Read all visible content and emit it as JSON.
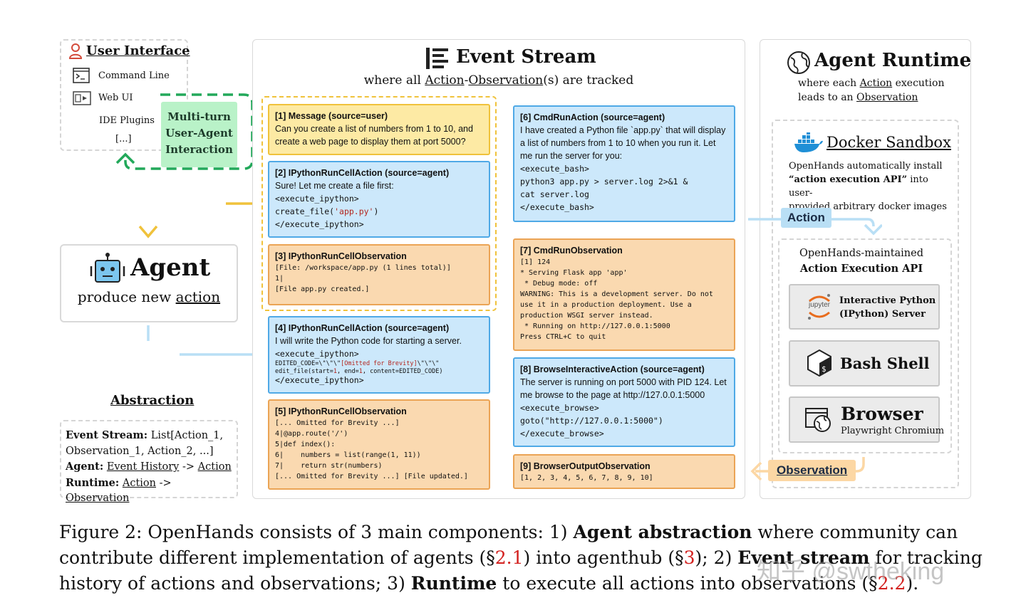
{
  "user_interface": {
    "title": "User Interface",
    "items": [
      "Command Line",
      "Web UI",
      "IDE Plugins",
      "[...]"
    ]
  },
  "interaction_label": [
    "Multi-turn",
    "User-Agent",
    "Interaction"
  ],
  "agent": {
    "title": "Agent",
    "subtitle_prefix": "produce new ",
    "subtitle_link": "action"
  },
  "abstraction": {
    "title": "Abstraction",
    "event_stream_label": "Event Stream:",
    "event_stream_value_1": " List[Action_1,",
    "event_stream_value_2": "Observation_1, Action_2, ...]",
    "agent_label": "Agent:",
    "agent_from": "Event History",
    "agent_arrow": " -> ",
    "agent_to": "Action",
    "runtime_label": "Runtime:",
    "runtime_from": "Action",
    "runtime_arrow": " -> ",
    "runtime_to": "Observation"
  },
  "event_stream": {
    "title": "Event Stream",
    "subtitle_prefix": "where all ",
    "subtitle_action": "Action",
    "subtitle_dash": "-",
    "subtitle_observation": "Observation",
    "subtitle_suffix": "(s) are tracked",
    "events": {
      "e1": {
        "title": "[1] Message (source=user)",
        "text": "Can you create a list of numbers from 1 to 10, and create a web page to display them at port 5000?"
      },
      "e2": {
        "title": "[2] IPythonRunCellAction (source=agent)",
        "text": "Sure! Let me create a file first:",
        "code1": "<execute_ipython>",
        "code2a": "create_file(",
        "code2b": "'app.py'",
        "code2c": ")",
        "code3": "</execute_ipython>"
      },
      "e3": {
        "title": "[3] IPythonRunCellObservation",
        "code": "[File: /workspace/app.py (1 lines total)]\n1|\n[File app.py created.]"
      },
      "e4": {
        "title": "[4] IPythonRunCellAction (source=agent)",
        "text": "I will write the Python code for starting a server.",
        "code1": "<execute_ipython>",
        "code2a": "EDITED_CODE=\\\"\\\"\\\"",
        "code2b": "[Omitted for Brevity]",
        "code2c": "\\\"\\\"\\\"",
        "code3a": "edit_file(start=",
        "code3b": "1",
        "code3c": ", end=",
        "code3d": "1",
        "code3e": ", content=EDITED_CODE)",
        "code4": "</execute_ipython>"
      },
      "e5": {
        "title": "[5] IPythonRunCellObservation",
        "code": "[... Omitted for Brevity ...]\n4|@app.route('/')\n5|def index():\n6|    numbers = list(range(1, 11))\n7|    return str(numbers)\n[... Omitted for Brevity ...] [File updated.]"
      },
      "e6": {
        "title": "[6] CmdRunAction (source=agent)",
        "text": "I have created a Python file `app.py` that will display a list of numbers from 1 to 10 when you run it. Let me run the server for you:",
        "code": "<execute_bash>\npython3 app.py > server.log 2>&1 &\ncat server.log\n</execute_bash>"
      },
      "e7": {
        "title": "[7] CmdRunObservation",
        "code": "[1] 124\n* Serving Flask app 'app'\n * Debug mode: off\nWARNING: This is a development server. Do not\nuse it in a production deployment. Use a\nproduction WSGI server instead.\n * Running on http://127.0.0.1:5000\nPress CTRL+C to quit"
      },
      "e8": {
        "title": "[8] BrowseInteractiveAction (source=agent)",
        "text": "The server is running on port 5000 with PID 124. Let me browse to the page at http://127.0.0.1:5000",
        "code": "<execute_browse>\ngoto(\"http://127.0.0.1:5000\")\n</execute_browse>"
      },
      "e9": {
        "title": "[9] BrowserOutputObservation",
        "code": "[1, 2, 3, 4, 5, 6, 7, 8, 9, 10]"
      }
    }
  },
  "agent_runtime": {
    "title": "Agent Runtime",
    "sub1_prefix": "where each ",
    "sub1_link": "Action",
    "sub1_suffix": " execution",
    "sub2_prefix": "leads to an ",
    "sub2_link": "Observation",
    "docker_title": "Docker Sandbox",
    "docker_desc_1": "OpenHands automatically install",
    "docker_desc_2_bold": "“action execution API”",
    "docker_desc_2_rest": " into user-",
    "docker_desc_3": "provided arbitrary docker images",
    "api_line1": "OpenHands-maintained",
    "api_line2": "Action Execution API",
    "ipython_1": "Interactive Python",
    "ipython_2": "(IPython) Server",
    "jupyter_label": "jupyter",
    "bash": "Bash Shell",
    "browser": "Browser",
    "browser_sub": "Playwright Chromium",
    "action_label": "Action",
    "observation_label": "Observation"
  },
  "caption": {
    "p1": "Figure 2: OpenHands consists of 3 main components: 1) ",
    "b1": "Agent abstraction",
    "p2": " where community can contribute different implementation of agents (§",
    "r1": "2.1",
    "p3": ") into agenthub (§",
    "r2": "3",
    "p4": "); 2) ",
    "b2": "Event stream",
    "p5": " for tracking history of actions and observations; 3) ",
    "b3": "Runtime",
    "p6": " to execute all actions into observations (§",
    "r3": "2.2",
    "p7": ")."
  },
  "watermark": "知乎 @swtheking",
  "colors": {
    "action_blue": "#cce8fb",
    "observation_orange": "#fad9b0",
    "message_yellow": "#fdeaa4",
    "interaction_green": "#b9f2c8",
    "ref_red": "#d3201e"
  }
}
